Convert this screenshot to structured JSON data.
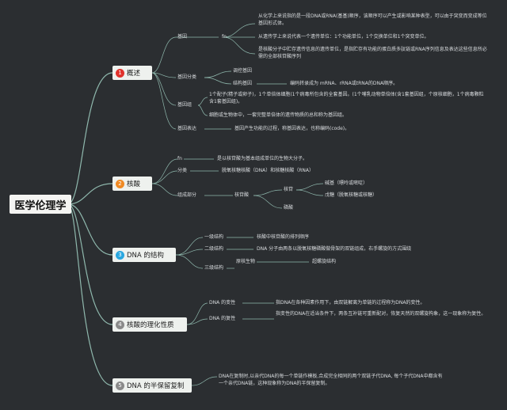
{
  "root": "医学伦理学",
  "colors": {
    "background": "#2b2e31",
    "line": "#8fb8ad",
    "node_bg": "#eef1ee",
    "badge_red": "#e0322c",
    "badge_orange": "#f08a24",
    "badge_blue": "#2aa7e0",
    "badge_gray": "#8a8a8a"
  },
  "sections": [
    {
      "num": "1",
      "title": "概述",
      "badge_color": "red",
      "gene_label": "基因",
      "fn": "fn",
      "gene_def1": "从化学上来说指的是一段DNA或RNA(基基)顺序，该顺序可以产生或影响某种表型，可以由于突变而变成等位基因形式体。",
      "gene_def2": "从遗传学上来说代表一个遗传单位：1个功能单位，1个交换单位和1个突变单位。",
      "gene_def3": "是核酸分子中贮存遗传信息的遗传单位，是指贮存有功能的蛋白质多肽链或RNA序列信息及表达这些信息所必需的全部核苷酸序列",
      "class_label": "基因分类",
      "class1": "调控基因",
      "class2": "结构基因",
      "class2_desc": "编码转录成为 mRNA、rRNA或tRNA的DNA顺序。",
      "genome_label": "基因组",
      "genome1": "1个配子(精子或卵子)，1个单倍体细胞(1个病毒所包含的全套基因。(1个哺乳动物单倍体(含1套基因组，个原核细胞，1个病毒颗粒含1套基因组)。",
      "genome2": "细胞或生物体中，一套完整单倍体的遗传物质的总和称为基因组。",
      "expr_label": "基因表达",
      "expr_desc": "基因产生功能的过程，称基因表达，也称编码(code)。"
    },
    {
      "num": "2",
      "title": "核酸",
      "badge_color": "orange",
      "fn_label": "fn",
      "fn_desc": "是以核苷酸为基本组成单位的生物大分子。",
      "class_label": "分类",
      "class_desc": "脱氧核糖核酸（DNA）和核糖核酸（RNA）",
      "comp_label": "组成部分",
      "nucl": "核苷酸",
      "nucleoside": "核苷",
      "base": "碱基（嘌呤或嘧啶）",
      "sugar": "戊糖（脱氧核糖或核糖）",
      "phosphate": "磷酸"
    },
    {
      "num": "3",
      "title": "DNA 的结构",
      "badge_color": "blue",
      "s1_label": "一级结构",
      "s1_desc": "核酸中核苷酸的排列顺序",
      "s2_label": "二级结构",
      "s2_desc": "DNA 分子由两条以脱氧核糖磷酸做骨架的双链组成，右手螺旋的方式围绕",
      "s3_label": "三级结构",
      "s3_sub": "原核生物",
      "s3_sub_desc": "超螺旋结构"
    },
    {
      "num": "4",
      "title": "核酸的理化性质",
      "badge_color": "gray",
      "denat_label": "DNA 的变性",
      "denat_desc": "指DNA在各种因素作用下，由双链解离为单链的过程称为DNA的变性。",
      "renat_label": "DNA 的复性",
      "renat_desc": "指变性的DNA在适当条件下，两条互补链可重新配对，恢复天然的双螺旋构象，这一现象称为复性。"
    },
    {
      "num": "5",
      "title": "DNA 的半保留复制",
      "badge_color": "gray",
      "desc": "DNA在复制时,以亲代DNA的每一个单链作模板,合成完全相同的两个双链子代DNA, 每个子代DNA中都含有一个亲代DNA链，这种现象称为DNA的半保留复制。"
    }
  ]
}
